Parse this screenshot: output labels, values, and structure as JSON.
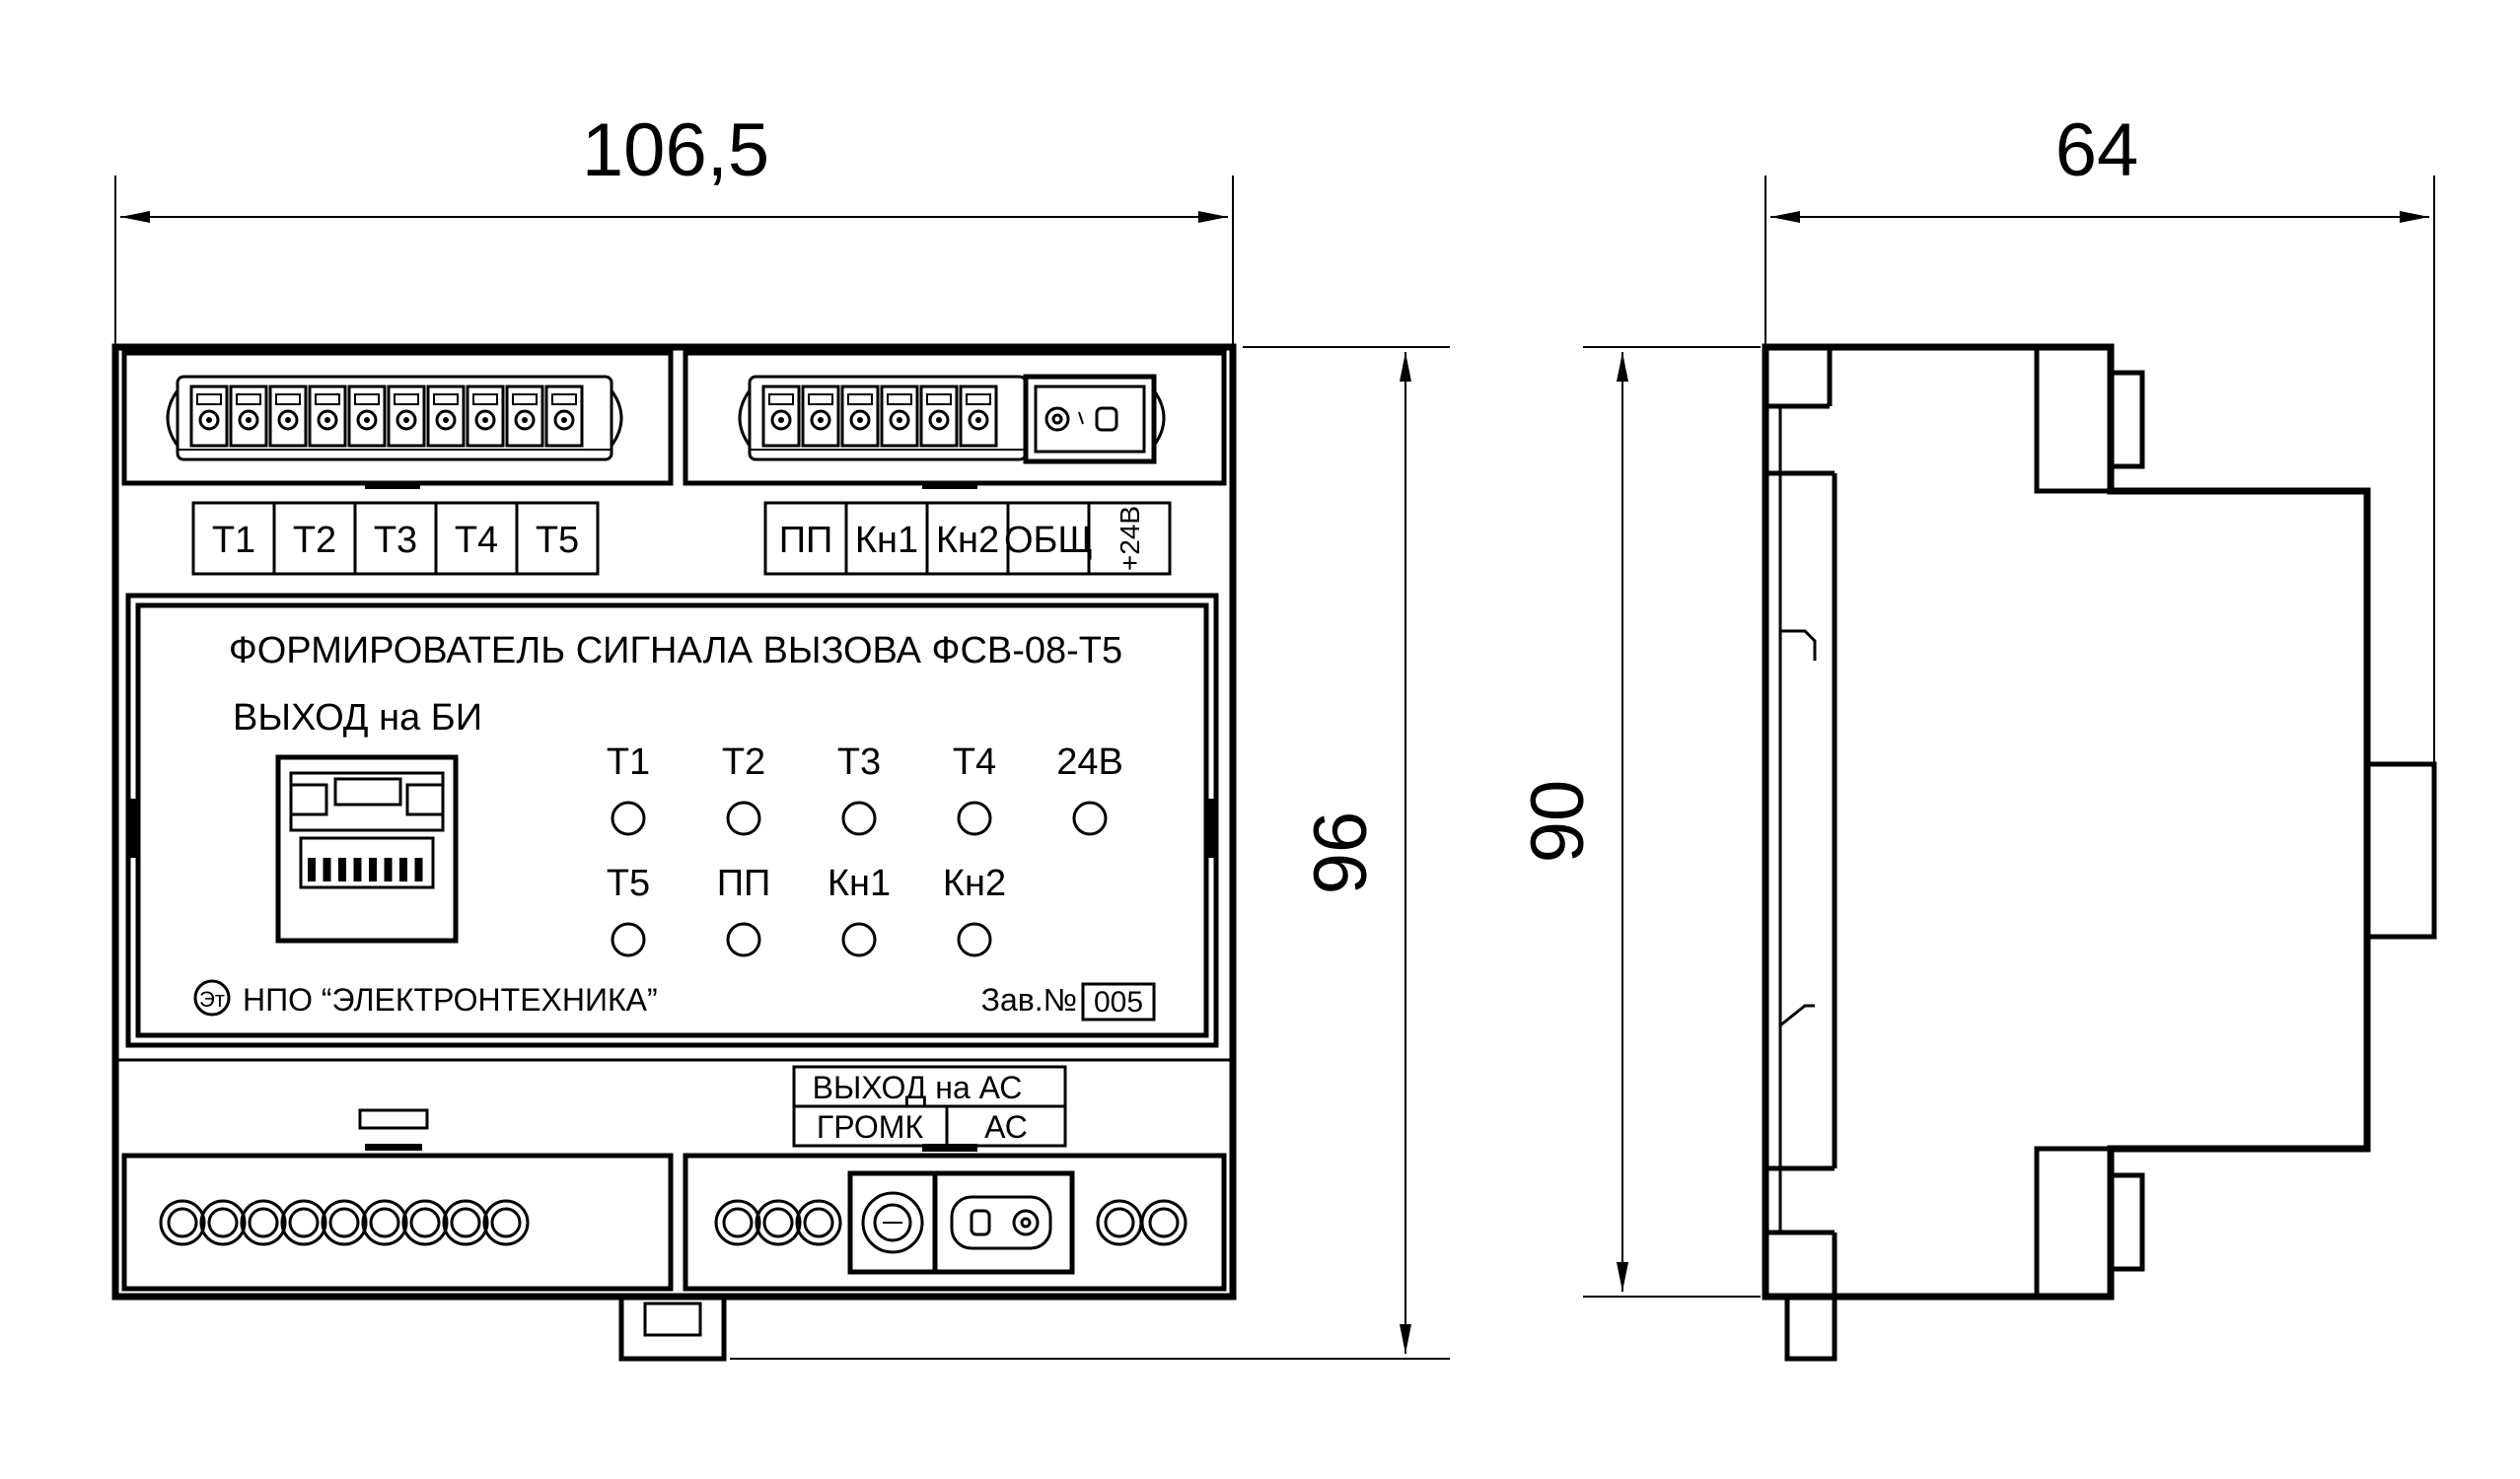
{
  "dimensions": {
    "front_width": "106,5",
    "front_height": "96",
    "side_width": "64",
    "side_height": "90"
  },
  "panel": {
    "title": "ФОРМИРОВАТЕЛЬ СИГНАЛА ВЫЗОВА ФСВ-08-Т5",
    "output_bi": "ВЫХОД на БИ",
    "manufacturer": "НПО “ЭЛЕКТРОНТЕХНИКА”",
    "serial_label": "Зав.№",
    "serial_number": "005"
  },
  "top_terminals_left": [
    "Т1",
    "Т2",
    "Т3",
    "Т4",
    "Т5"
  ],
  "top_terminals_right": [
    "ПП",
    "Кн1",
    "Кн2",
    "ОБЩ",
    "+24В"
  ],
  "indicators_row1": [
    "Т1",
    "Т2",
    "Т3",
    "Т4",
    "24В"
  ],
  "indicators_row2": [
    "Т5",
    "ПП",
    "Кн1",
    "Кн2"
  ],
  "output_as": {
    "header": "ВЫХОД на АС",
    "left": "ГРОМК",
    "right": "АС"
  }
}
